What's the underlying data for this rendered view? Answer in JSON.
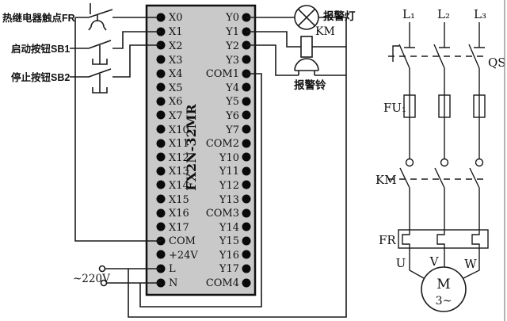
{
  "plc": {
    "model": "FX2N-32MR",
    "left_terminals": [
      "X0",
      "X1",
      "X2",
      "X3",
      "X4",
      "X5",
      "X6",
      "X7",
      "X10",
      "X11",
      "X12",
      "X13",
      "X14",
      "X15",
      "X16",
      "X17",
      "COM",
      "+24V",
      "L",
      "N"
    ],
    "right_terminals": [
      "Y0",
      "Y1",
      "Y2",
      "Y3",
      "COM1",
      "Y4",
      "Y5",
      "Y6",
      "Y7",
      "COM2",
      "Y10",
      "Y11",
      "Y12",
      "Y13",
      "COM3",
      "Y14",
      "Y15",
      "Y16",
      "Y17",
      "COM4"
    ]
  },
  "input_labels": {
    "thermal_relay_contact": "热继电器触点FR",
    "start_button": "启动按钮SB1",
    "stop_button": "停止按钮SB2",
    "ac_supply": "~220V"
  },
  "output_labels": {
    "alarm_lamp": "报警灯",
    "contactor_coil": "KM",
    "alarm_bell": "报警铃"
  },
  "power_circuit": {
    "phase_1": "L₁",
    "phase_2": "L₂",
    "phase_3": "L₃",
    "isolator": "QS",
    "fuse": "FU₁",
    "contactor": "KM",
    "thermal_relay": "FR",
    "motor_terminal_u": "U",
    "motor_terminal_v": "V",
    "motor_terminal_w": "W",
    "motor": "M",
    "motor_phase": "3~"
  },
  "colors": {
    "background": "#ffffff",
    "line": "#1a1a1a",
    "plc_fill": "#c9c9c9"
  }
}
